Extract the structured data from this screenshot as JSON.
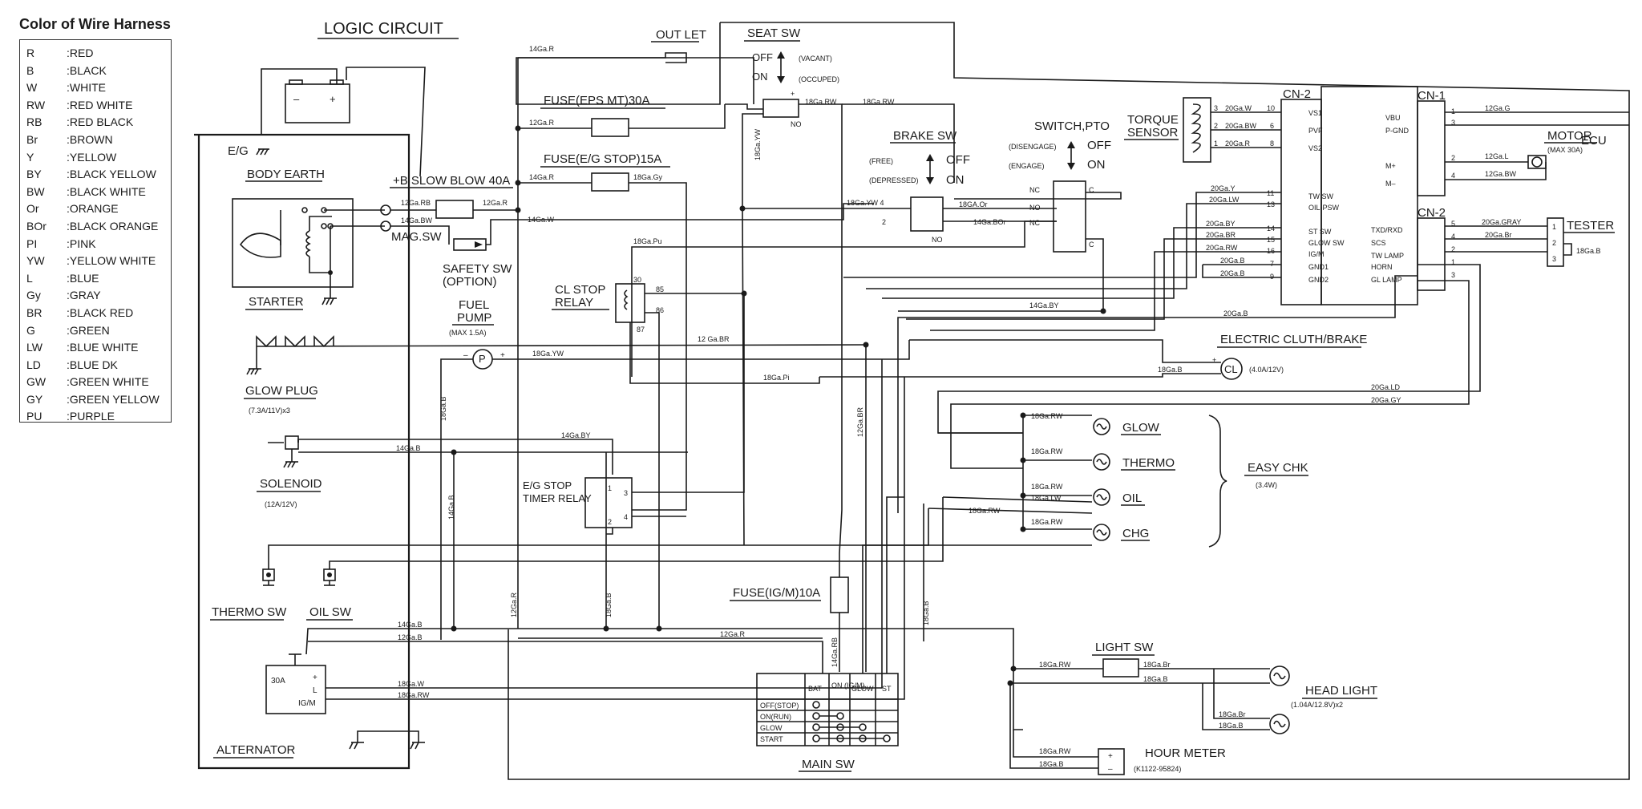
{
  "legend": {
    "title": "Color of Wire Harness",
    "items": [
      {
        "code": "R",
        "name": ":RED"
      },
      {
        "code": "B",
        "name": ":BLACK"
      },
      {
        "code": "W",
        "name": ":WHITE"
      },
      {
        "code": "RW",
        "name": ":RED WHITE"
      },
      {
        "code": "RB",
        "name": ":RED BLACK"
      },
      {
        "code": "Br",
        "name": ":BROWN"
      },
      {
        "code": "Y",
        "name": ":YELLOW"
      },
      {
        "code": "BY",
        "name": ":BLACK YELLOW"
      },
      {
        "code": "BW",
        "name": ":BLACK WHITE"
      },
      {
        "code": "Or",
        "name": ":ORANGE"
      },
      {
        "code": "BOr",
        "name": ":BLACK ORANGE"
      },
      {
        "code": "PI",
        "name": ":PINK"
      },
      {
        "code": "YW",
        "name": ":YELLOW WHITE"
      },
      {
        "code": "L",
        "name": ":BLUE"
      },
      {
        "code": "Gy",
        "name": ":GRAY"
      },
      {
        "code": "BR",
        "name": ":BLACK RED"
      },
      {
        "code": "G",
        "name": ":GREEN"
      },
      {
        "code": "LW",
        "name": ":BLUE WHITE"
      },
      {
        "code": "LD",
        "name": ":BLUE DK"
      },
      {
        "code": "GW",
        "name": ":GREEN WHITE"
      },
      {
        "code": "GY",
        "name": ":GREEN YELLOW"
      },
      {
        "code": "PU",
        "name": ":PURPLE"
      }
    ]
  },
  "diagram": {
    "title": "LOGIC CIRCUIT",
    "labels": {
      "eg": "E/G",
      "body_earth": "BODY EARTH",
      "starter": "STARTER",
      "slow_blow": "+B  SLOW BLOW 40A",
      "mag_sw": "MAG.SW",
      "safety_sw_1": "SAFETY SW",
      "safety_sw_2": "(OPTION)",
      "fuel_pump_1": "FUEL",
      "fuel_pump_2": "PUMP",
      "fuel_pump_spec": "(MAX 1.5A)",
      "glow_plug": "GLOW PLUG",
      "glow_plug_spec": "(7.3A/11V)x3",
      "solenoid": "SOLENOID",
      "solenoid_spec": "(12A/12V)",
      "thermo_sw": "THERMO SW",
      "oil_sw": "OIL SW",
      "alternator": "ALTERNATOR",
      "outlet": "OUT LET",
      "fuse_eps": "FUSE(EPS  MT)30A",
      "fuse_eg": "FUSE(E/G  STOP)15A",
      "fuse_igm": "FUSE(IG/M)10A",
      "cl_stop_1": "CL STOP",
      "cl_stop_2": "RELAY",
      "eg_stop_1": "E/G STOP",
      "eg_stop_2": "TIMER RELAY",
      "seat_sw": "SEAT SW",
      "off": "OFF",
      "on": "ON",
      "vacant": "(VACANT)",
      "occuped": "(OCCUPED)",
      "brake_sw": "BRAKE SW",
      "free": "(FREE)",
      "depressed": "(DEPRESSED)",
      "switch_pto": "SWITCH,PTO",
      "disengage": "(DISENGAGE)",
      "engage": "(ENGAGE)",
      "torque_1": "TORQUE",
      "torque_2": "SENSOR",
      "cn2": "CN-2",
      "cn1": "CN-1",
      "motor": "MOTOR",
      "motor_spec": "(MAX 30A)",
      "ecu_1": "ECU",
      "ecu_2": "TESTER",
      "electric_cl": "ELECTRIC CLUTH/BRAKE",
      "cl_spec": "(4.0A/12V)",
      "glow": "GLOW",
      "thermo": "THERMO",
      "oil": "OIL",
      "chg": "CHG",
      "easy_chk": "EASY CHK",
      "easy_spec": "(3.4W)",
      "light_sw": "LIGHT SW",
      "head_light": "HEAD LIGHT",
      "head_spec": "(1.04A/12.8V)x2",
      "hour_meter": "HOUR METER",
      "hour_part": "(K1122-95824)",
      "main_sw": "MAIN SW",
      "alt_30a": "30A",
      "cl": "CL",
      "no": "NO",
      "nc": "NC",
      "c": "C"
    },
    "cn2_left_pins": [
      "VS1",
      "PVF",
      "VS2",
      "TW SW",
      "OIL-PSW",
      "ST SW",
      "GLOW SW",
      "IG/M",
      "GND1",
      "GND2"
    ],
    "cn2_left_nums": [
      "10",
      "6",
      "8",
      "11",
      "13",
      "14",
      "15",
      "16",
      "7",
      "9"
    ],
    "cn2_right_pins": [
      "VBU",
      "P-GND",
      "M+",
      "M–",
      "TXD/RXD",
      "SCS",
      "TW LAMP",
      "HORN",
      "GL LAMP"
    ],
    "main_sw_rows": [
      "OFF(STOP)",
      "ON(RUN)",
      "GLOW",
      "START"
    ],
    "main_sw_cols": [
      "BAT",
      "ON (IG/M)",
      "GLOW",
      "ST"
    ],
    "wire_labels": {
      "w14r_top": "14Ga.R",
      "w12r_fuse": "12Ga.R",
      "w14r_fuse2": "14Ga.R",
      "w18gy": "18Ga.Gy",
      "w12rb": "12Ga.RB",
      "w12r": "12Ga.R",
      "w14bw": "14Ga.BW",
      "w14w": "14Ga.W",
      "w18rw_seat": "18Ga.RW",
      "w18rw_seat2": "18Ga.RW",
      "w18yw": "18Ga.YW",
      "w18yw4": "18Ga.YW 4",
      "w18gaor": "18GA.Or",
      "w14bor": "14Ga.BOr",
      "w18pu": "18Ga.Pu",
      "w20w": "20Ga.W",
      "w20bw": "20Ga.BW",
      "w20r": "20Ga.R",
      "w20y": "20Ga.Y",
      "w20lw": "20Ga.LW",
      "w20by": "20Ga.BY",
      "w20br": "20Ga.BR",
      "w20rw": "20Ga.RW",
      "w20b1": "20Ga.B",
      "w20b2": "20Ga.B",
      "w20b3": "20Ga.B",
      "w12g": "12Ga.G",
      "w12l": "12Ga.L",
      "w12bw": "12Ga.BW",
      "w20gray": "20Ga.GRAY",
      "w20br2": "20Ga.Br",
      "w18gab": "18Ga.B",
      "w14by": "14Ga.BY",
      "w12br": "12 Ga.BR",
      "w18ywf": "18Ga.YW",
      "w18pi": "18Ga.Pi",
      "w18b_cl": "18Ga.B",
      "w20ld": "20Ga.LD",
      "w20gy": "20Ga.GY",
      "w18rw_g": "18Ga.RW",
      "w18rw_t": "18Ga.RW",
      "w18rw_o": "18Ga.RW",
      "w18lw": "18Ga.LW",
      "w18rw_c": "18Ga.RW",
      "w18rw_c2": "18Ga.RW",
      "w14by_sol": "14Ga.BY",
      "w14b_sol": "14Ga.B",
      "w18gab_v": "18Ga.B",
      "w14gab_v": "14Ga.B",
      "w12br_v": "12Ga.BR",
      "w12r_v": "12Ga.R",
      "w18b_v": "18Ga.B",
      "w18b_v2": "18Ga.B",
      "w14b_alt": "14Ga.B",
      "w12b_alt": "12Ga.B",
      "w18w_alt": "18Ga.W",
      "w18rw_alt": "18Ga.RW",
      "w12r_alt": "12Ga.R",
      "w14rb": "14Ga.RB",
      "w18rw_l": "18Ga.RW",
      "w18br_l": "18Ga.Br",
      "w18b_l": "18Ga.B",
      "w18br_h": "18Ga.Br",
      "w18b_h": "18Ga.B",
      "w18rw_hm": "18Ga.RW",
      "w18b_hm": "18Ga.B"
    }
  }
}
